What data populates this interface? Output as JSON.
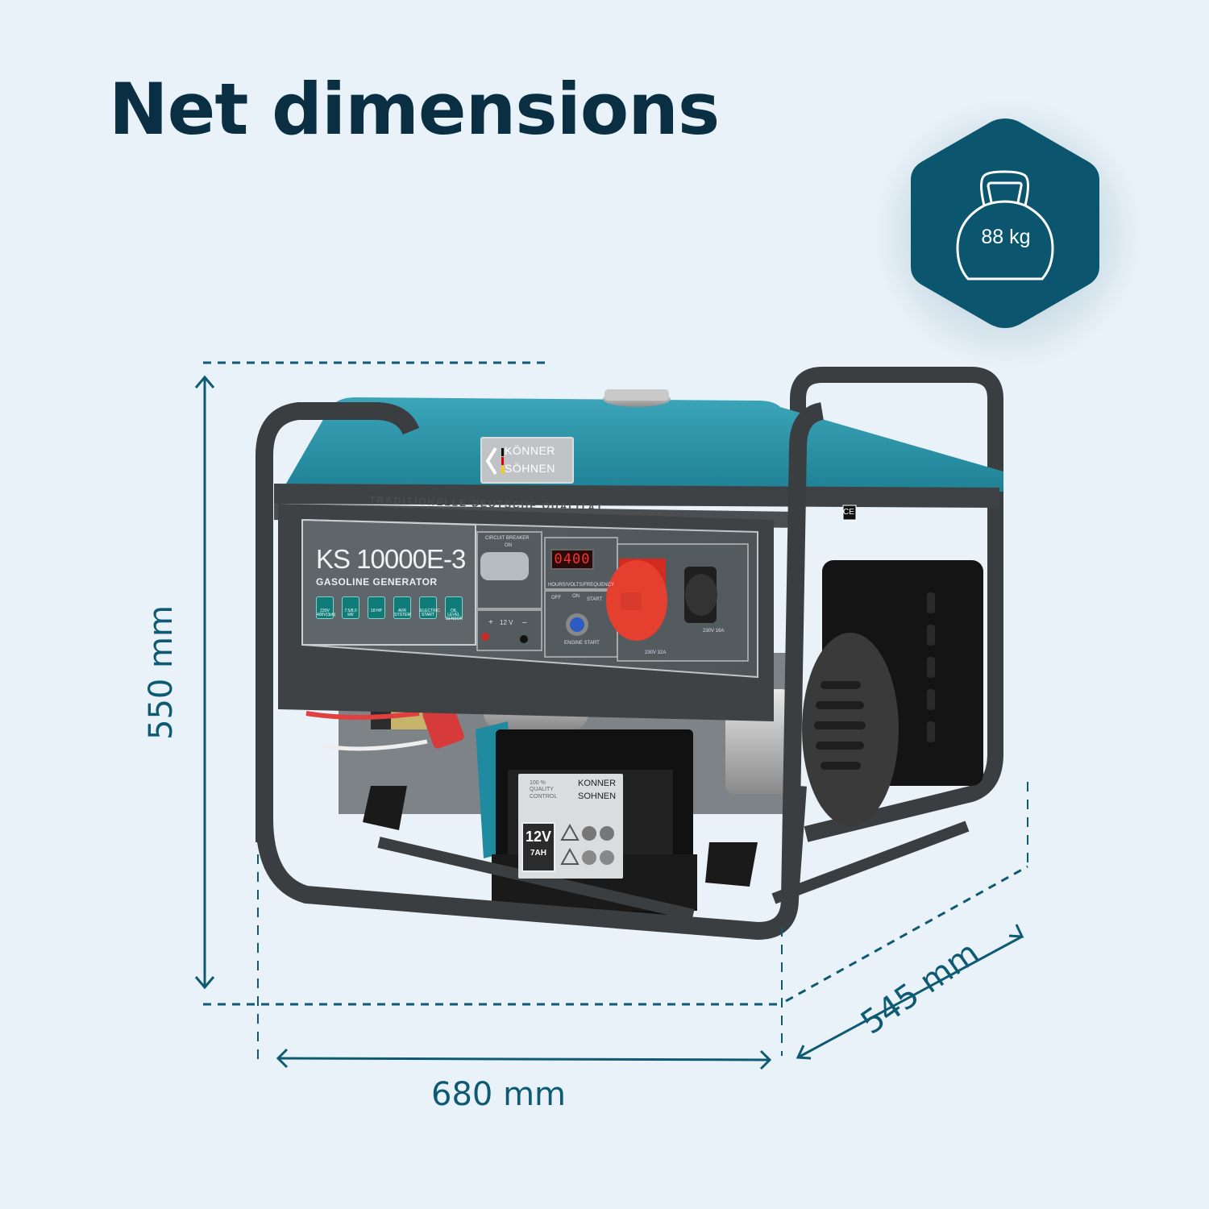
{
  "title": "Net dimensions",
  "weight_badge": {
    "icon": "kettlebell-icon",
    "value": "88 kg",
    "color": "#0B566E"
  },
  "dimensions": {
    "height": "550 mm",
    "width": "680 mm",
    "depth": "545 mm",
    "line_color": "#0E5A73"
  },
  "product": {
    "brand_line1": "KÖNNER",
    "brand_line2": "SÖHNEN",
    "embossed_slogan": "TRADITIONELLE DEUTSCHE QUALITÄT",
    "model": "KS 10000E-3",
    "model_subtitle": "GASOLINE GENERATOR",
    "feature_icons": [
      {
        "icon": "plug-icon",
        "label": "230V 400V(3ph)"
      },
      {
        "icon": "power-bars-icon",
        "label": "7.5/8.0 kW"
      },
      {
        "icon": "engine-icon",
        "label": "18 HP"
      },
      {
        "icon": "sine-wave-icon",
        "label": "AVR SYSTEM"
      },
      {
        "icon": "key-icon",
        "label": "ELECTRIC START"
      },
      {
        "icon": "oil-sensor-icon",
        "label": "OIL LEVEL SENSOR"
      }
    ],
    "circuit_breaker_label": "CIRCUIT BREAKER",
    "circuit_breaker_state": "ON",
    "display_value": "0400",
    "display_caption": "HOURS/VOLTS/FREQUENCY",
    "dc_output": {
      "plus": "+",
      "voltage": "12 V",
      "minus": "–"
    },
    "ignition": {
      "off": "OFF",
      "on": "ON",
      "start": "START",
      "caption": "ENGINE START"
    },
    "socket_3phase": "230V 32A",
    "socket_schuko": "230V 16A",
    "battery": {
      "quality": "100 % QUALITY CONTROL",
      "brand_line1": "KONNER",
      "brand_line2": "SOHNEN",
      "voltage": "12V",
      "capacity": "7AH"
    },
    "ce_mark": "CE"
  },
  "colors": {
    "background": "#EAF2F9",
    "title": "#0B2F42",
    "tank": "#2E93A8",
    "frame": "#3A3D40",
    "panel": "#5D6468"
  }
}
